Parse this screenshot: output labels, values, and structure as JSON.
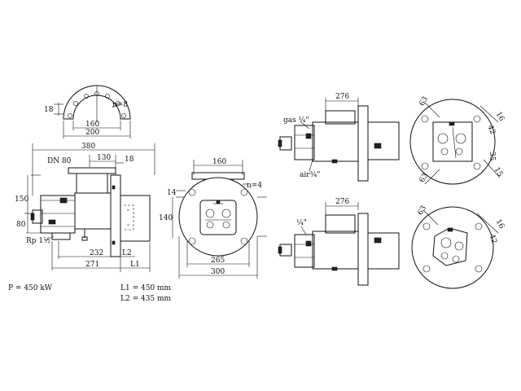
{
  "dimensions": {
    "flange_top": {
      "d18": "18",
      "n8": "n=8",
      "d160": "160",
      "d200": "200"
    },
    "side_view": {
      "d380": "380",
      "dn80": "DN 80",
      "d130": "130",
      "d18": "18",
      "d150": "150",
      "d80": "80",
      "rp": "Rp 1½",
      "d232": "232",
      "d271": "271",
      "l2": "L2",
      "l1": "L1"
    },
    "front_view": {
      "d160": "160",
      "n4": "n=4",
      "d14": "14",
      "d140": "140",
      "d265": "265",
      "d300": "300"
    },
    "upper_right": {
      "d276": "276",
      "gas": "gas ¼\"",
      "air": "air¾\"",
      "a63": "63",
      "a16": "16",
      "a42": "42",
      "a35": "35",
      "a15": "15",
      "a63b": "63"
    },
    "lower_right": {
      "d276": "276",
      "quarter": "¼\"",
      "a63": "63",
      "a16": "16",
      "a42": "42"
    }
  },
  "specs": {
    "power": "P = 450 kW",
    "l1": "L1 = 450 mm",
    "l2": "L2 = 435 mm"
  }
}
